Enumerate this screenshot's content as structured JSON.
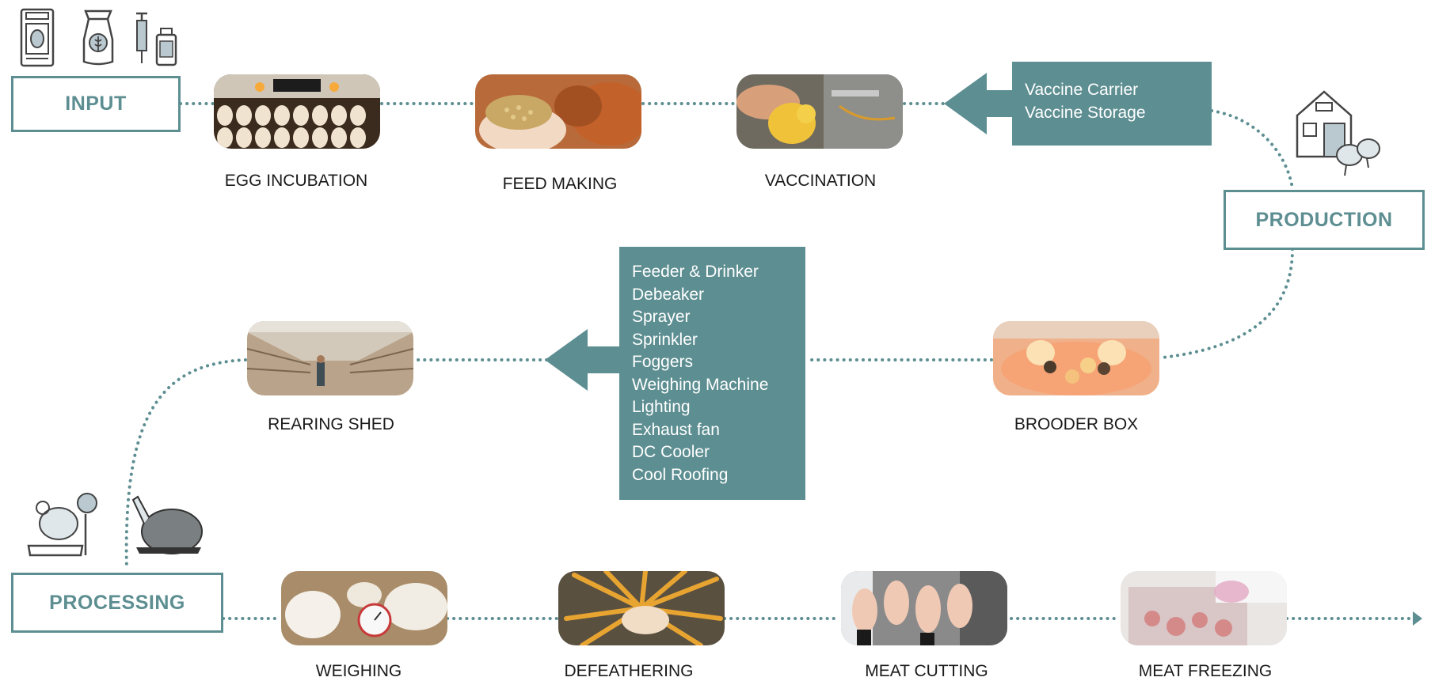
{
  "stages": {
    "input": "INPUT",
    "production": "PRODUCTION",
    "processing": "PROCESSING"
  },
  "steps": {
    "egg_incubation": "EGG INCUBATION",
    "feed_making": "FEED MAKING",
    "vaccination": "VACCINATION",
    "brooder_box": "BROODER BOX",
    "rearing_shed": "REARING SHED",
    "weighing": "WEIGHING",
    "defeathering": "DEFEATHERING",
    "meat_cutting": "MEAT CUTTING",
    "meat_freezing": "MEAT FREEZING"
  },
  "vaccination_equipment": [
    "Vaccine Carrier",
    "Vaccine Storage"
  ],
  "rearing_equipment": [
    "Feeder & Drinker",
    "Debeaker",
    "Sprayer",
    "Sprinkler",
    "Foggers",
    "Weighing Machine",
    "Lighting",
    "Exhaust fan",
    "DC Cooler",
    "Cool Roofing"
  ],
  "icons": [
    "egg-incubator-icon",
    "feed-sack-icon",
    "syringe-icon",
    "medicine-bottle-icon",
    "barn-icon",
    "chicken-on-scale-icon",
    "roast-chicken-icon"
  ],
  "colors": {
    "accent": "#5d8e91",
    "text": "#1a1a1a",
    "dots": "#5d8e91"
  }
}
